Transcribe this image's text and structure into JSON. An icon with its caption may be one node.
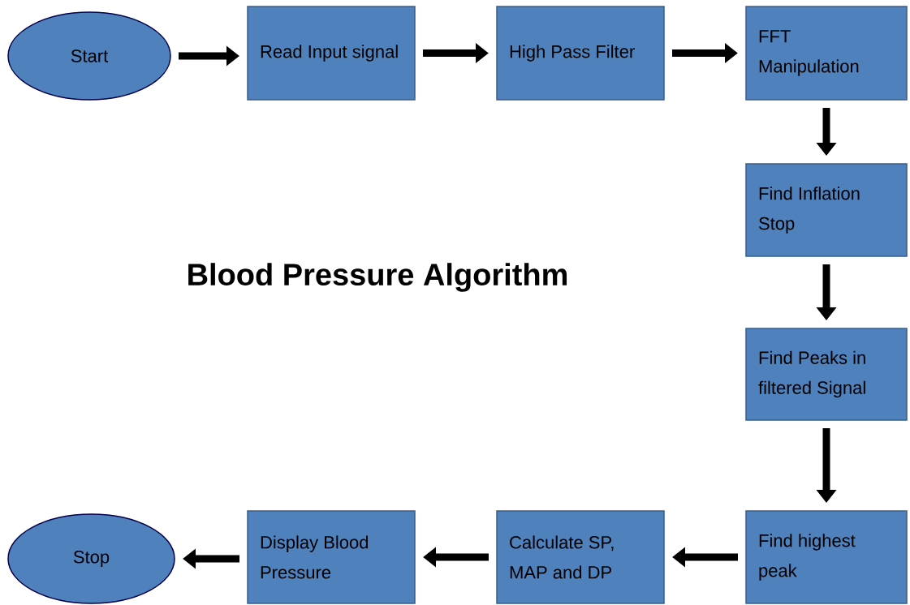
{
  "diagram": {
    "title": "Blood Pressure Algorithm",
    "nodes": [
      {
        "text": [
          "Start"
        ]
      },
      {
        "text": [
          "Read Input signal"
        ]
      },
      {
        "text": [
          "High Pass Filter"
        ]
      },
      {
        "text": [
          "FFT Manipulation"
        ]
      },
      {
        "text": [
          "Find Inflation Stop"
        ]
      },
      {
        "text": [
          "Find Peaks in filtered Signal"
        ]
      },
      {
        "text": [
          "Find highest peak"
        ]
      },
      {
        "text": [
          "Calculate SP, MAP and DP"
        ]
      },
      {
        "text": [
          "Display Blood Pressure"
        ]
      },
      {
        "text": [
          "Stop"
        ]
      }
    ],
    "edges": [
      {
        "from": 0,
        "to": 1,
        "arrow": "to"
      },
      {
        "from": 1,
        "to": 2,
        "arrow": "to"
      },
      {
        "from": 2,
        "to": 3,
        "arrow": "to"
      },
      {
        "from": 3,
        "to": 4,
        "arrow": "to"
      },
      {
        "from": 4,
        "to": 5,
        "arrow": "to"
      },
      {
        "from": 5,
        "to": 6,
        "arrow": "to"
      },
      {
        "from": 6,
        "to": 7,
        "arrow": "to"
      },
      {
        "from": 7,
        "to": 8,
        "arrow": "to"
      },
      {
        "from": 8,
        "to": 9,
        "arrow": "to"
      }
    ]
  }
}
